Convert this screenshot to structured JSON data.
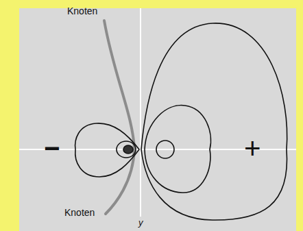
{
  "diagram": {
    "labels": [
      "Knoten",
      "Knoten",
      "−",
      "+",
      "y"
    ]
  }
}
